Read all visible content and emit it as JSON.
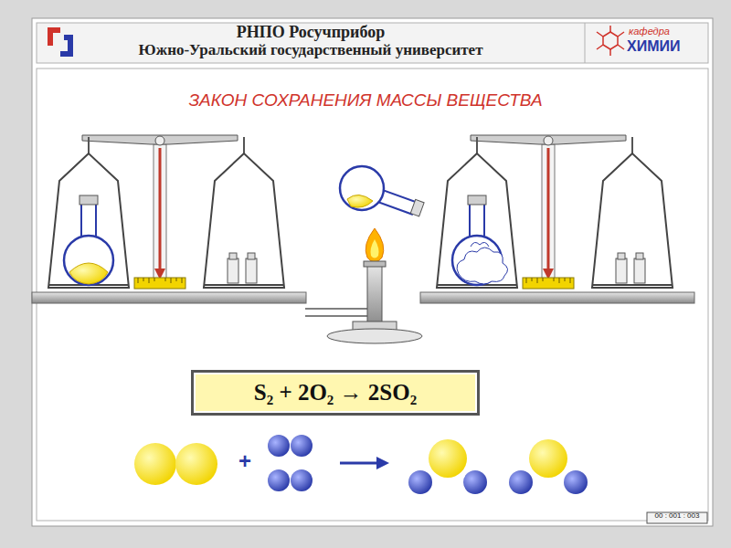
{
  "diagram": {
    "title": "ЗАКОН СОХРАНЕНИЯ МАССЫ ВЕЩЕСТВА",
    "nodes": [
      {
        "text": [
          "S₂ + 2O₂ → 2SO₂"
        ]
      }
    ],
    "labels": [
      "РНПО Росучприбор",
      "Южно-Уральский государственный университет",
      "кафедра",
      "ХИМИИ",
      "+",
      "00 : 001 : 003"
    ]
  }
}
